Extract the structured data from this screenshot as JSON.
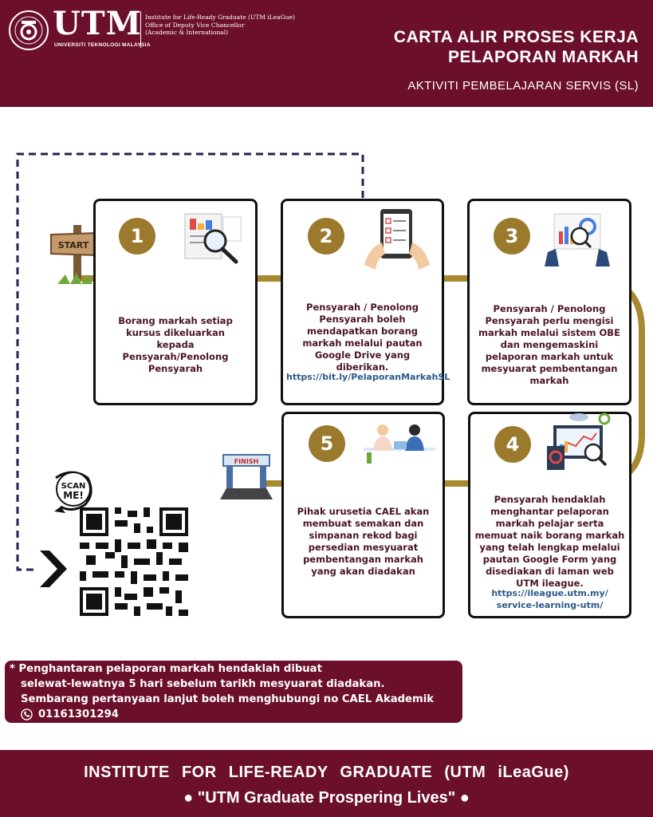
{
  "header": {
    "logo_text": "UTM",
    "logo_subtitle": "UNIVERSITI TEKNOLOGI MALAYSIA",
    "institute_lines": [
      "Institute for Life-Ready Graduate (UTM iLeaGue)",
      "Office of Deputy Vice Chancellor",
      "(Academic & International)"
    ],
    "title_line1": "CARTA ALIR PROSES KERJA",
    "title_line2": "PELAPORAN MARKAH",
    "subtitle": "AKTIVITI PEMBELAJARAN SERVIS (SL)"
  },
  "colors": {
    "maroon": "#6b0f2a",
    "gold": "#9b7a2d",
    "path_gold": "#a8892f",
    "dash_navy": "#1f2452"
  },
  "flow": {
    "start_label": "START",
    "finish_label": "FINISH",
    "steps": [
      {
        "number": "1",
        "icon": "magnifier-document-icon",
        "text": "Borang markah setiap kursus dikeluarkan kepada Pensyarah/Penolong Pensyarah",
        "link": ""
      },
      {
        "number": "2",
        "icon": "tablet-checklist-icon",
        "text": "Pensyarah / Penolong Pensyarah boleh mendapatkan borang markah melalui pautan Google Drive yang diberikan.",
        "link": "https://bit.ly/PelaporanMarkahSL"
      },
      {
        "number": "3",
        "icon": "analytics-board-icon",
        "text": "Pensyarah / Penolong Pensyarah perlu mengisi markah melalui sistem OBE dan mengemaskini pelaporan markah untuk mesyuarat pembentangan markah",
        "link": ""
      },
      {
        "number": "4",
        "icon": "dashboard-report-icon",
        "text": "Pensyarah hendaklah menghantar pelaporan markah pelajar serta memuat naik borang markah yang telah lengkap melalui pautan Google Form  yang disediakan di laman web UTM ileague.",
        "link_line1": "https://ileague.utm.my/",
        "link_line2": "service-learning-utm/"
      },
      {
        "number": "5",
        "icon": "meeting-people-icon",
        "text": "Pihak urusetia CAEL akan membuat semakan dan simpanan rekod bagi persedian mesyuarat pembentangan markah yang akan diadakan",
        "link": ""
      }
    ]
  },
  "scan": {
    "label_line1": "SCAN",
    "label_line2": "ME!"
  },
  "note": {
    "line1": "* Penghantaran pelaporan markah  hendaklah dibuat",
    "line2": "selewat-lewatnya 5 hari sebelum tarikh mesyuarat diadakan.",
    "line3": "Sembarang pertanyaan lanjut boleh menghubungi no CAEL  Akademik",
    "phone": "01161301294"
  },
  "footer": {
    "line1": "INSTITUTE FOR LIFE-READY GRADUATE (UTM iLeaGue)",
    "line2": "\"UTM Graduate Prospering Lives\""
  }
}
